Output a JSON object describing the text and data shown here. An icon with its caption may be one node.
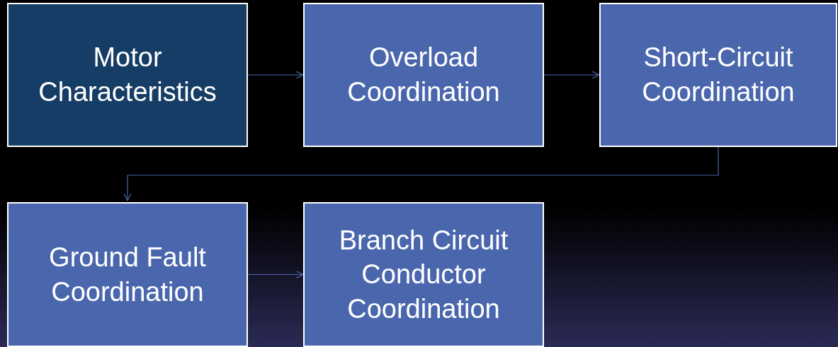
{
  "diagram": {
    "nodes": [
      {
        "text": [
          "Motor Characteristics"
        ]
      },
      {
        "text": [
          "Overload Coordination"
        ]
      },
      {
        "text": [
          "Short-Circuit Coordination"
        ]
      },
      {
        "text": [
          "Ground Fault Coordination"
        ]
      },
      {
        "text": [
          "Branch Circuit Conductor Coordination"
        ]
      }
    ],
    "edges": [
      {
        "from": 0,
        "to": 1,
        "arrow": "to"
      },
      {
        "from": 1,
        "to": 2,
        "arrow": "to"
      },
      {
        "from": 2,
        "to": 3,
        "arrow": "to"
      },
      {
        "from": 3,
        "to": 4,
        "arrow": "to"
      }
    ]
  }
}
